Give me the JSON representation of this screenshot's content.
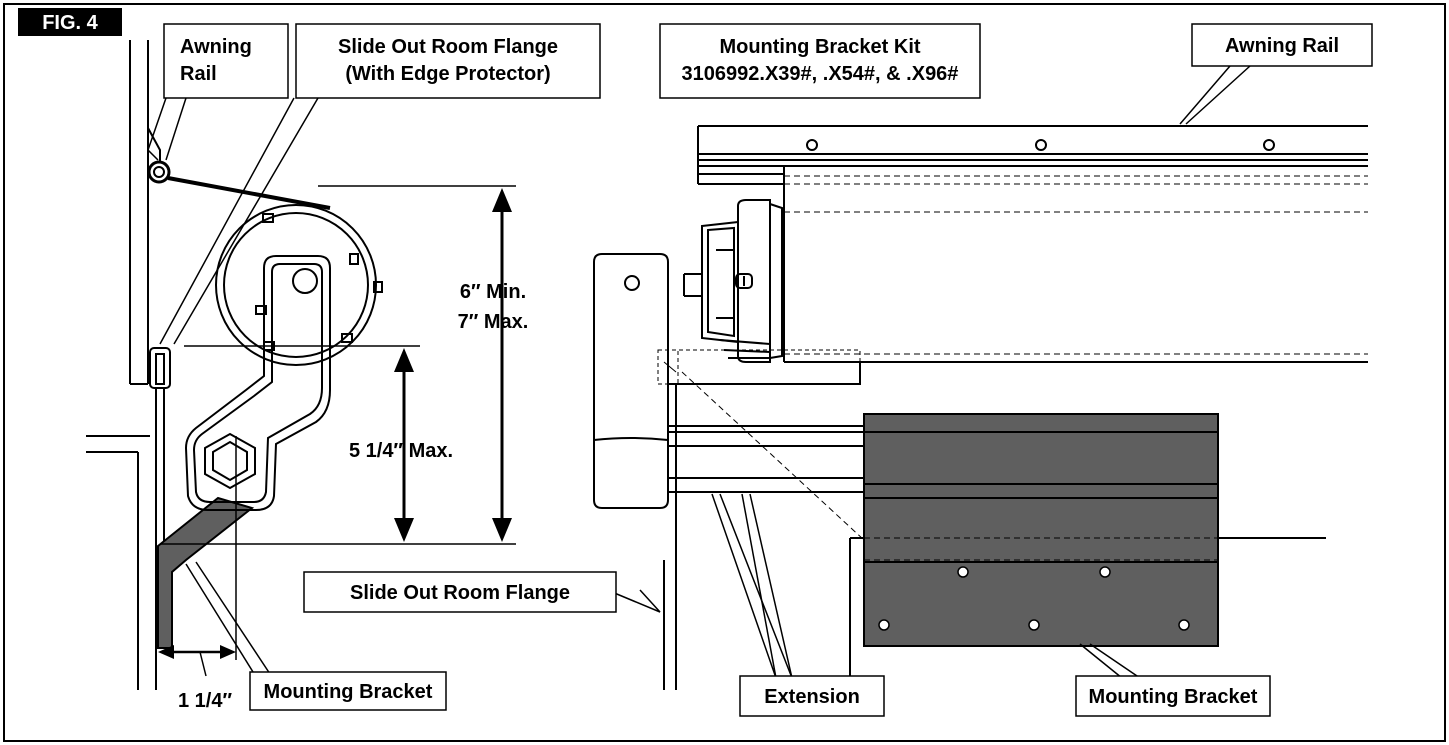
{
  "figure": {
    "tag": "FIG. 4",
    "colors": {
      "line": "#000000",
      "bracket_fill": "#5f5f5f",
      "tag_bg": "#000000",
      "background": "#ffffff"
    }
  },
  "callouts": {
    "awning_rail_left": [
      "Awning",
      "Rail"
    ],
    "slide_out_flange_edge": [
      "Slide Out Room Flange",
      "(With Edge Protector)"
    ],
    "bracket_kit": [
      "Mounting Bracket Kit",
      "3106992.X39#, .X54#, & .X96#"
    ],
    "awning_rail_right": "Awning Rail",
    "slide_out_flange": "Slide Out Room Flange",
    "mounting_bracket_left": "Mounting Bracket",
    "extension": "Extension",
    "mounting_bracket_right": "Mounting Bracket"
  },
  "dimensions": {
    "overall": [
      "6″ Min.",
      "7″ Max."
    ],
    "lower": "5 1/4″ Max.",
    "offset": "1 1/4″"
  }
}
